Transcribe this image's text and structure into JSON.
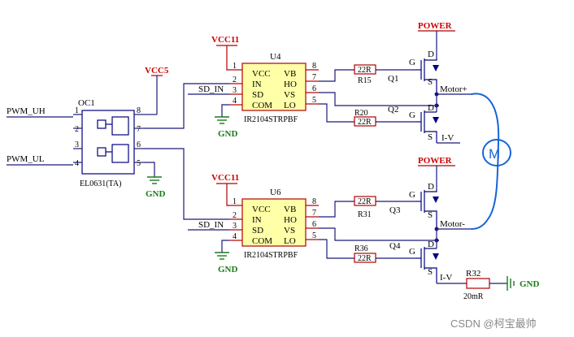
{
  "optocoupler": {
    "refdes": "OC1",
    "part": "EL0631(TA)",
    "pins": [
      "1",
      "2",
      "3",
      "4",
      "5",
      "6",
      "7",
      "8"
    ]
  },
  "nets": {
    "pwm_uh": "PWM_UH",
    "pwm_ul": "PWM_UL",
    "vcc5": "VCC5",
    "vcc11": "VCC11",
    "gnd": "GND",
    "sd_in": "SD_IN",
    "power": "POWER",
    "motor_plus": "Motor+",
    "motor_minus": "Motor-",
    "iv": "I-V"
  },
  "drivers": [
    {
      "refdes": "U4",
      "part": "IR2104STRPBF",
      "left_pins": [
        {
          "num": "1",
          "name": "VCC"
        },
        {
          "num": "2",
          "name": "IN"
        },
        {
          "num": "3",
          "name": "SD"
        },
        {
          "num": "4",
          "name": "COM"
        }
      ],
      "right_pins": [
        {
          "num": "8",
          "name": "VB"
        },
        {
          "num": "7",
          "name": "HO"
        },
        {
          "num": "6",
          "name": "VS"
        },
        {
          "num": "5",
          "name": "LO"
        }
      ]
    },
    {
      "refdes": "U6",
      "part": "IR2104STRPBF",
      "left_pins": [
        {
          "num": "1",
          "name": "VCC"
        },
        {
          "num": "2",
          "name": "IN"
        },
        {
          "num": "3",
          "name": "SD"
        },
        {
          "num": "4",
          "name": "COM"
        }
      ],
      "right_pins": [
        {
          "num": "8",
          "name": "VB"
        },
        {
          "num": "7",
          "name": "HO"
        },
        {
          "num": "6",
          "name": "VS"
        },
        {
          "num": "5",
          "name": "LO"
        }
      ]
    }
  ],
  "gate_resistors": [
    {
      "refdes": "R15",
      "value": "22R"
    },
    {
      "refdes": "R20",
      "value": "22R"
    },
    {
      "refdes": "R31",
      "value": "22R"
    },
    {
      "refdes": "R36",
      "value": "22R"
    }
  ],
  "mosfets": [
    {
      "refdes": "Q1",
      "g": "G",
      "d": "D",
      "s": "S"
    },
    {
      "refdes": "Q2",
      "g": "G",
      "d": "D",
      "s": "S"
    },
    {
      "refdes": "Q3",
      "g": "G",
      "d": "D",
      "s": "S"
    },
    {
      "refdes": "Q4",
      "g": "G",
      "d": "D",
      "s": "S"
    }
  ],
  "shunt": {
    "refdes": "R32",
    "value": "20mR"
  },
  "motor_symbol": "M",
  "watermark": "CSDN @柯宝最帅"
}
